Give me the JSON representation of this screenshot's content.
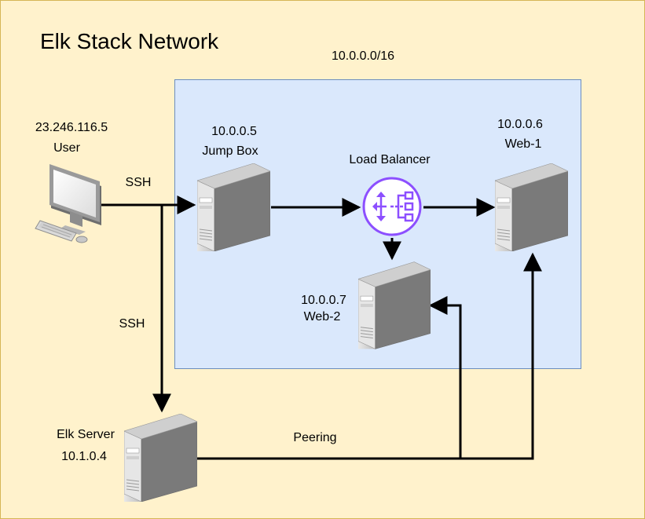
{
  "title": "Elk Stack Network",
  "vnet": {
    "cidr": "10.0.0.0/16"
  },
  "nodes": {
    "user": {
      "ip": "23.246.116.5",
      "name": "User"
    },
    "jumpbox": {
      "ip": "10.0.0.5",
      "name": "Jump Box"
    },
    "load_balancer": {
      "name": "Load Balancer"
    },
    "web1": {
      "ip": "10.0.0.6",
      "name": "Web-1"
    },
    "web2": {
      "ip": "10.0.0.7",
      "name": "Web-2"
    },
    "elk": {
      "name": "Elk Server",
      "ip": "10.1.0.4"
    }
  },
  "edges": {
    "ssh_user_jump": "SSH",
    "ssh_user_elk": "SSH",
    "peering": "Peering"
  },
  "colors": {
    "background": "#fff2cc",
    "background_border": "#d6b656",
    "vnet_fill": "#dae8fc",
    "vnet_border": "#6c8ebf",
    "load_balancer": "#8c4fff"
  }
}
